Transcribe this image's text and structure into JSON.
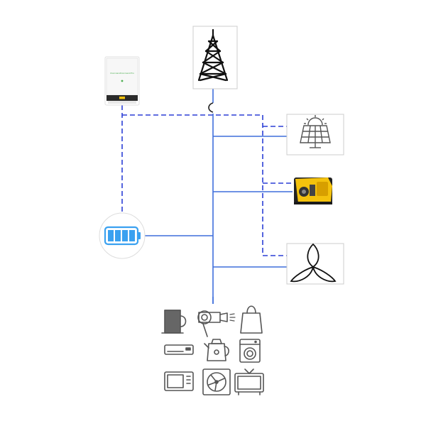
{
  "diagram": {
    "nodes": [
      {
        "id": "grid-tower",
        "icon": "transmission-tower-icon"
      },
      {
        "id": "inverter",
        "icon": "inverter-device-icon",
        "brand_text": "iCommandCommand Pro"
      },
      {
        "id": "battery",
        "icon": "battery-icon"
      },
      {
        "id": "solar-panel",
        "icon": "solar-panel-icon"
      },
      {
        "id": "generator",
        "icon": "generator-icon"
      },
      {
        "id": "wind-turbine",
        "icon": "wind-turbine-icon"
      }
    ],
    "loads": [
      "mug-icon",
      "hair-dryer-icon",
      "shopping-bag-icon",
      "air-conditioner-icon",
      "kettle-icon",
      "washing-machine-icon",
      "microwave-icon",
      "fan-icon",
      "television-icon"
    ],
    "connections": {
      "power": {
        "style": "solid",
        "color": "#3f6fdc"
      },
      "communication": {
        "style": "dashed",
        "color": "#2b3fd6"
      }
    },
    "colors": {
      "power_line": "#3f6fdc",
      "comm_line": "#2b3fd6",
      "battery_bar": "#3aa1f0",
      "inverter_accent": "#4caf50",
      "generator_yellow": "#f4c20d",
      "icon_gray": "#555555",
      "box_border": "#cccccc"
    }
  }
}
